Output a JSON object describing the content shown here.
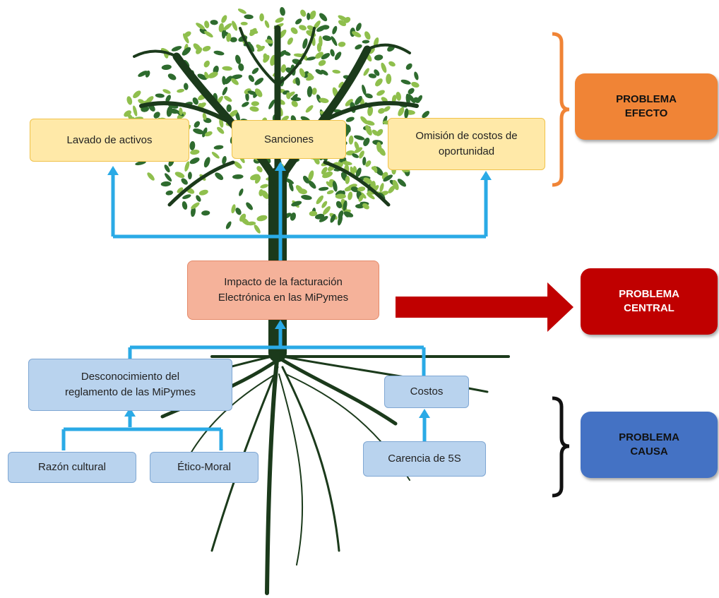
{
  "effects": [
    {
      "text": "Lavado de activos"
    },
    {
      "text": "Sanciones"
    },
    {
      "text": "Omisión de costos de\noportunidad"
    }
  ],
  "central": {
    "text": "Impacto de la facturación\nElectrónica en las MiPymes"
  },
  "causes": [
    {
      "text": "Desconocimiento del\nreglamento de las MiPymes"
    },
    {
      "text": "Costos"
    },
    {
      "text": "Razón cultural"
    },
    {
      "text": "Ético-Moral"
    },
    {
      "text": "Carencia de 5S"
    }
  ],
  "labels": {
    "effect": {
      "text": "PROBLEMA\nEFECTO",
      "color": "#f08436"
    },
    "central": {
      "text": "PROBLEMA\nCENTRAL",
      "color": "#c00000"
    },
    "cause": {
      "text": "PROBLEMA\nCAUSA",
      "color": "#4472c4"
    }
  },
  "colors": {
    "connector": "#2aaae6",
    "trunk": "#1b3a1b",
    "leaf_light": "#8fbf4d",
    "leaf_dark": "#2e6b2e"
  }
}
